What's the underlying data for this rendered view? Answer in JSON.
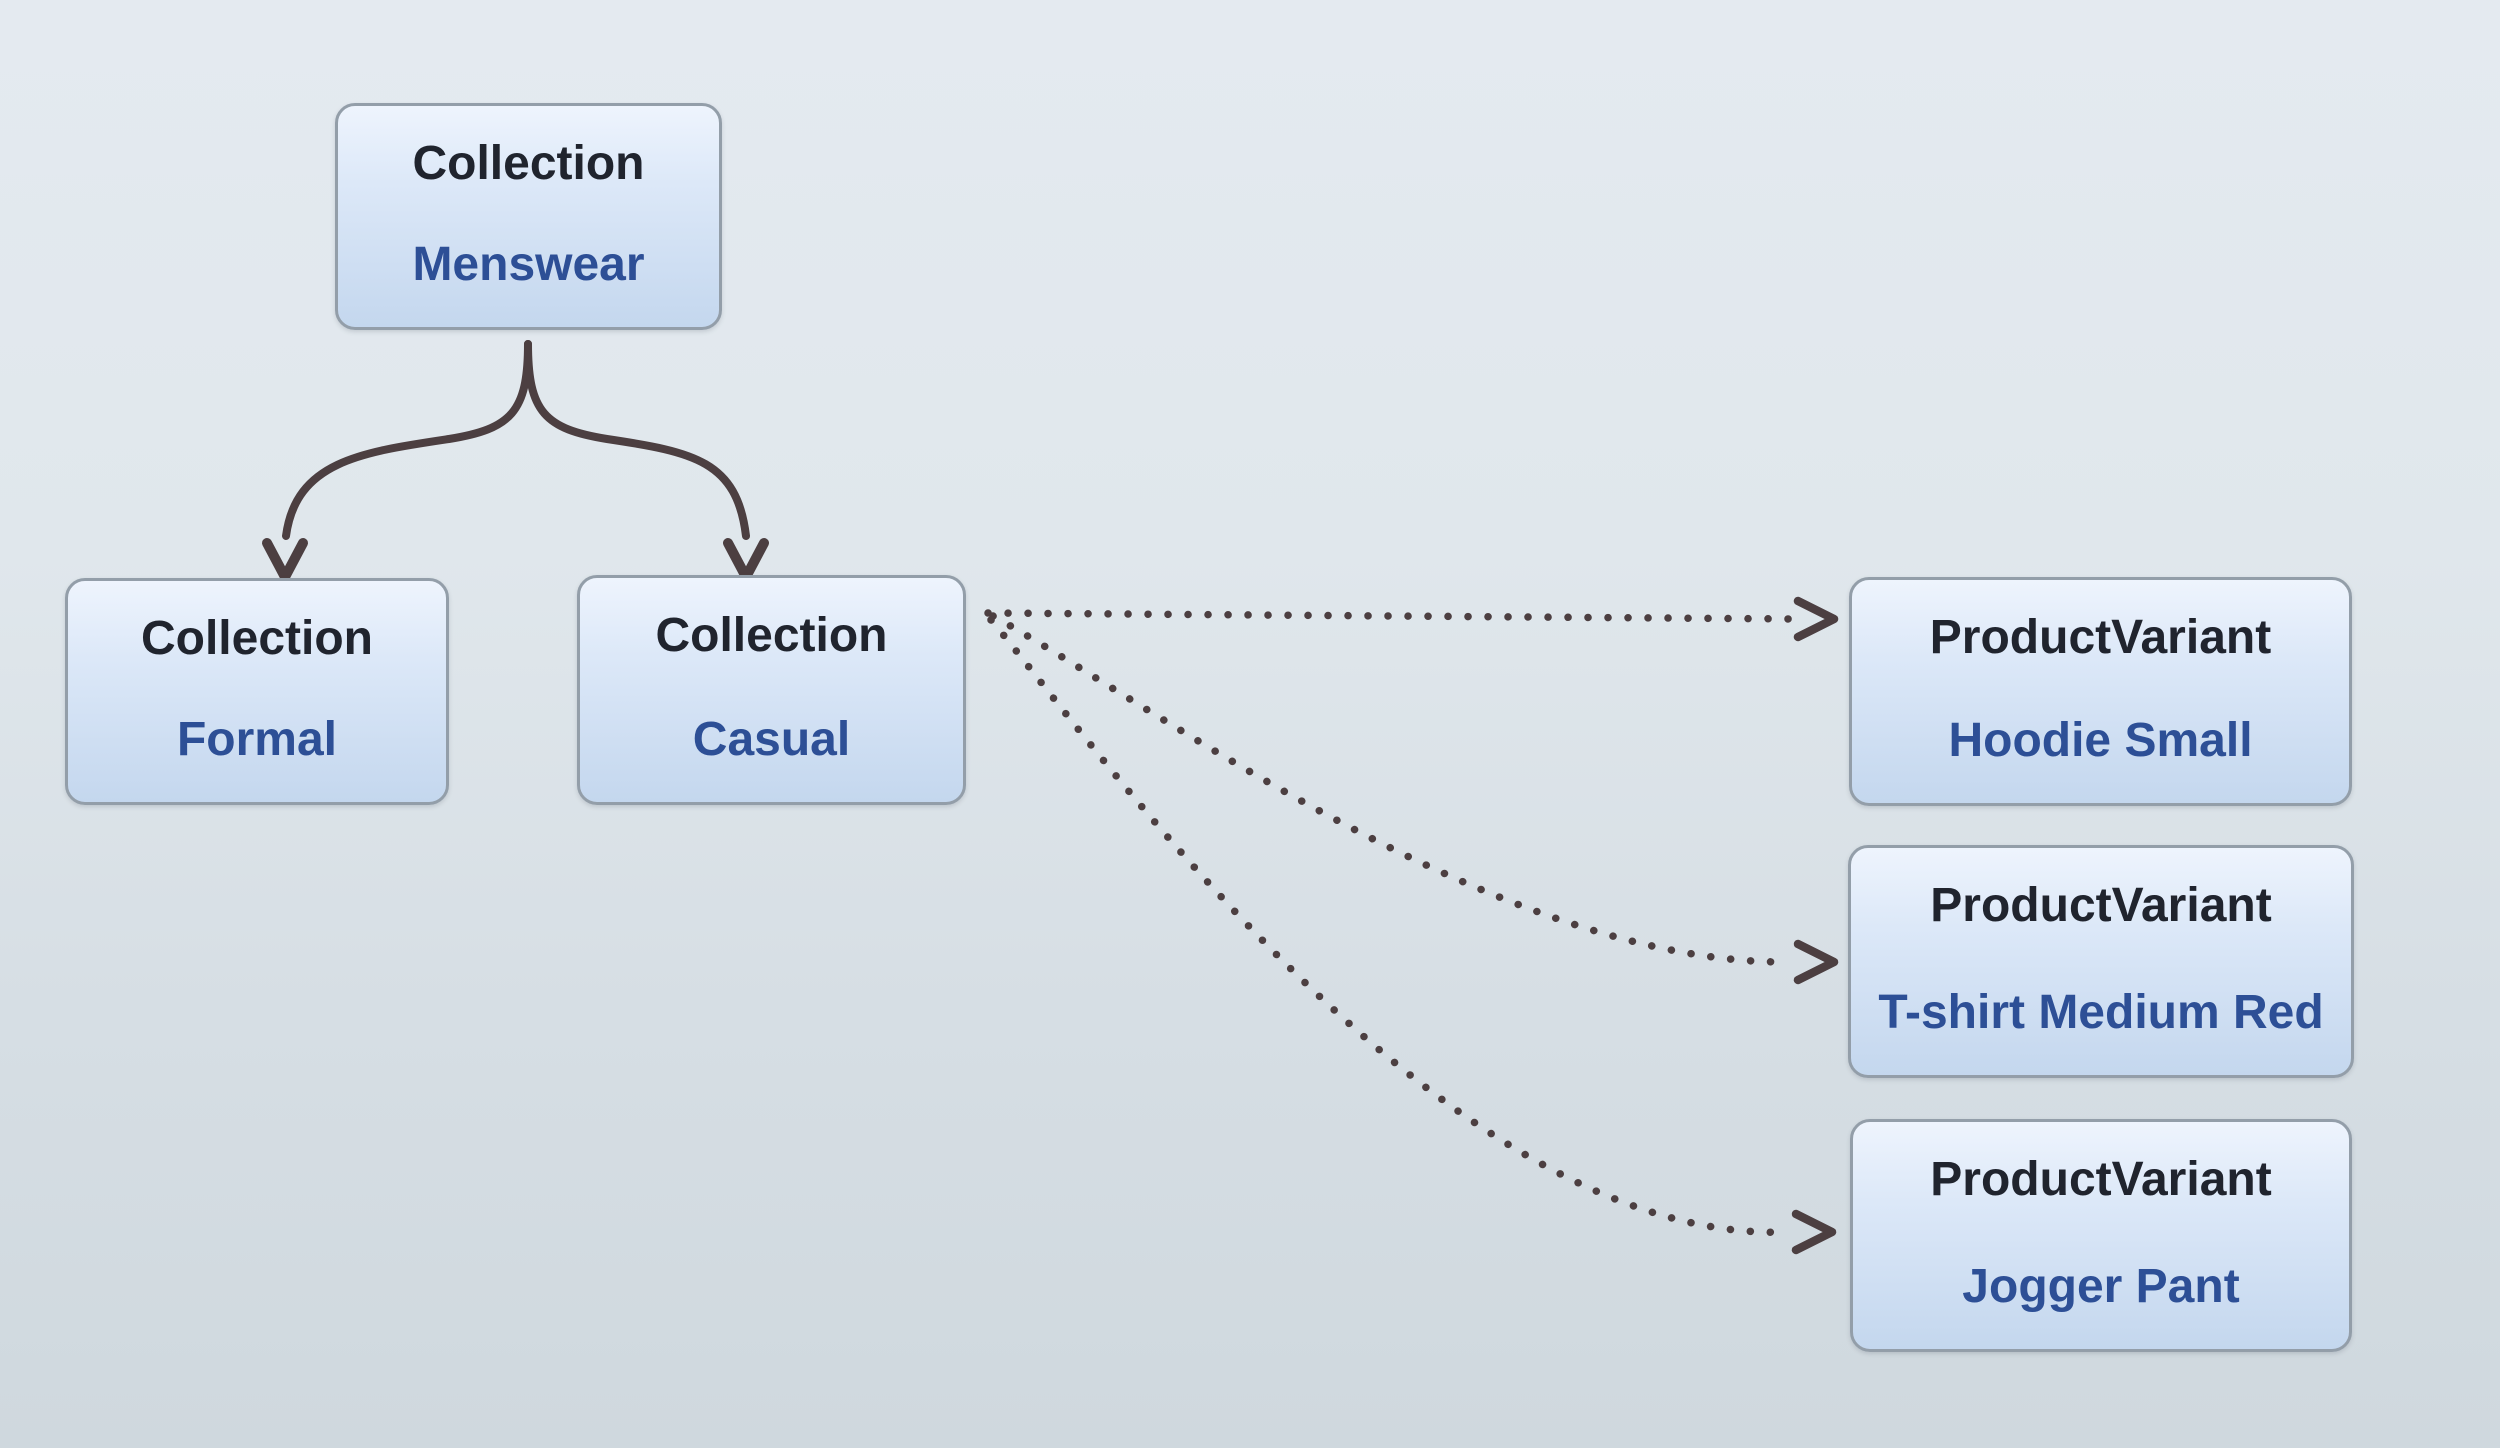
{
  "diagram": {
    "kind": "collection-hierarchy-diagram",
    "nodes": [
      {
        "type": "Collection",
        "label": "Menswear"
      },
      {
        "type": "Collection",
        "label": "Formal"
      },
      {
        "type": "Collection",
        "label": "Casual"
      },
      {
        "type": "ProductVariant",
        "label": "Hoodie Small"
      },
      {
        "type": "ProductVariant",
        "label": "T-shirt Medium Red"
      },
      {
        "type": "ProductVariant",
        "label": "Jogger Pant"
      }
    ],
    "edges": [
      {
        "from": "Collection Menswear",
        "to": "Collection Formal",
        "style": "solid-arrow"
      },
      {
        "from": "Collection Menswear",
        "to": "Collection Casual",
        "style": "solid-arrow"
      },
      {
        "from": "Collection Casual",
        "to": "ProductVariant Hoodie Small",
        "style": "dotted-arrow"
      },
      {
        "from": "Collection Casual",
        "to": "ProductVariant T-shirt Medium Red",
        "style": "dotted-arrow"
      },
      {
        "from": "Collection Casual",
        "to": "ProductVariant Jogger Pant",
        "style": "dotted-arrow"
      }
    ],
    "colors": {
      "background_top": "#e4eaf0",
      "background_bottom": "#cfd8de",
      "node_fill_top": "#eef4fd",
      "node_fill_bottom": "#c4d7ee",
      "node_border": "#939ea9",
      "type_text": "#20242e",
      "label_text": "#2d4f96",
      "edge": "#4c3f41"
    }
  }
}
